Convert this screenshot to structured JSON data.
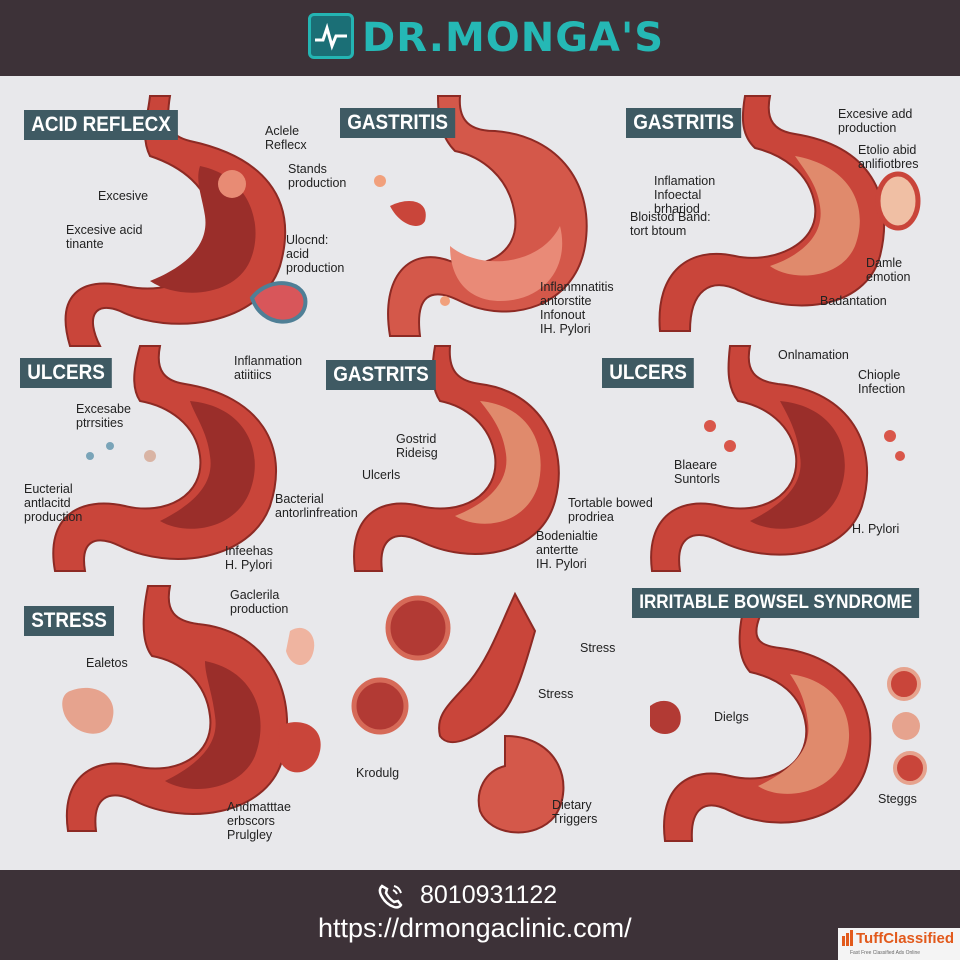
{
  "brand": {
    "name": "DR.MONGA'S"
  },
  "panels": [
    {
      "title": "ACID REFLECX",
      "labels": [
        "Aclele\nReflecx",
        "Stands\nproduction",
        "Excesive",
        "Excesive acid\ntinante",
        "Ulocnd:\nacid\nproduction"
      ]
    },
    {
      "title": "GASTRITIS",
      "labels": [
        "Inflanmnatitis\nantorstite\nInfonout\nIH. Pylori"
      ]
    },
    {
      "title": "GASTRITIS",
      "labels": [
        "Excesive add\nproduction",
        "Etolio abid\nanlifiotbres",
        "Inflamation\nInfoectal\nbrhariod",
        "Bloistod Band:\ntort btoum",
        "Damle\nemotion",
        "Badantation"
      ]
    },
    {
      "title": "ULCERS",
      "labels": [
        "Inflanmation\natiitiics",
        "Excesabe\nptrrsities",
        "Eucterial\nantlacitd\nproduction",
        "Bacterial\nantorlinfreation",
        "Infeehas\nH. Pylori"
      ]
    },
    {
      "title": "GASTRITS",
      "labels": [
        "Gostrid\nRideisg",
        "Ulcerls",
        "Tortable bowed\nprodriea",
        "Bodenialtie\nantertte\nIH. Pylori"
      ]
    },
    {
      "title": "ULCERS",
      "labels": [
        "Onlnamation",
        "Chiople\nInfection",
        "Blaeare\nSuntorls",
        "H. Pylori"
      ]
    },
    {
      "title": "STRESS",
      "labels": [
        "Gaclerila\nproduction",
        "Ealetos",
        "Andmatttae\nerbscors\nPrulgley"
      ]
    },
    {
      "title": "",
      "labels": [
        "Stress",
        "Stress",
        "Krodulg",
        "Dietary\nTriggers"
      ]
    },
    {
      "title": "IRRITABLE BOWSEL SYNDROME",
      "labels": [
        "Dielgs",
        "Steggs"
      ]
    }
  ],
  "footer": {
    "phone": "8010931122",
    "url": "https://drmongaclinic.com/"
  },
  "watermark": {
    "name": "TuffClassified",
    "tagline": "Fast Free Classified Ads Online"
  },
  "colors": {
    "header_bg": "#3d3238",
    "brand": "#25b8b5",
    "tag_bg": "#3f5a63",
    "stomach": "#c9453a"
  }
}
